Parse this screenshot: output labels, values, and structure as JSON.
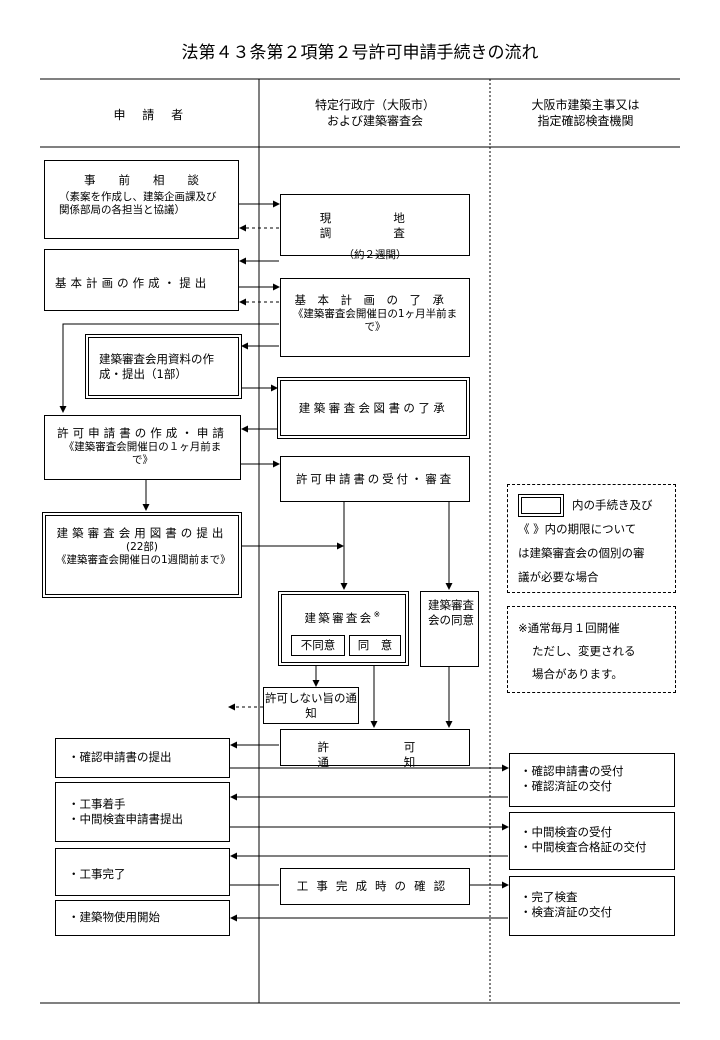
{
  "title": "法第４３条第２項第２号許可申請手続きの流れ",
  "columns": {
    "applicant": "申　請　者",
    "gov_line1": "特定行政庁（大阪市）",
    "gov_line2": "および建築審査会",
    "third_line1": "大阪市建築主事又は",
    "third_line2": "指定確認検査機関"
  },
  "boxes": {
    "consult_title": "事　　前　　相　　談",
    "consult_sub": "（素案を作成し、建築企画課及び関係部局の各担当と協議）",
    "survey_title": "現　地　調　査",
    "survey_sub": "（約２週間）",
    "plan_submit": "基本計画の作成・提出",
    "plan_accept_title": "基本計画の了承",
    "plan_accept_sub": "《建築審査会開催日の1ヶ月半前まで》",
    "materials": "建築審査会用資料の作成・提出（1部）",
    "drawings_accept": "建築審査会図書の了承",
    "permit_app_title": "許可申請書の作成・申請",
    "permit_app_sub": "《建築審査会開催日の１ヶ月前まで》",
    "permit_receive": "許可申請書の受付・審査",
    "drawings_submit_title": "建築審査会用図書の提出",
    "drawings_submit_copies": "(22部)",
    "drawings_submit_sub": "《建築審査会開催日の1週間前まで》",
    "council_title": "建築審査会",
    "council_mark": "※",
    "disagree": "不同意",
    "agree": "同　意",
    "council_consent": "建築審査会の同意",
    "not_permit": "許可しない旨の通知",
    "permit_notice": "許　　可　　通　　知",
    "confirm_app": "・確認申請書の提出",
    "confirm_receive_1": "・確認申請書の受付",
    "confirm_receive_2": "・確認済証の交付",
    "construction_1": "・工事着手",
    "construction_2": "・中間検査申請書提出",
    "mid_inspect_1": "・中間検査の受付",
    "mid_inspect_2": "・中間検査合格証の交付",
    "completion": "・工事完了",
    "completion_confirm": "工事完成時の確認",
    "final_inspect_1": "・完了検査",
    "final_inspect_2": "・検査済証の交付",
    "use_start": "・建築物使用開始"
  },
  "notes": {
    "legend_1": "内の手続き及び",
    "legend_2": "《 》内の期限について",
    "legend_3": "は建築審査会の個別の審",
    "legend_4": "議が必要な場合",
    "note_1": "※通常毎月１回開催",
    "note_2": "ただし、変更される",
    "note_3": "場合があります。"
  }
}
